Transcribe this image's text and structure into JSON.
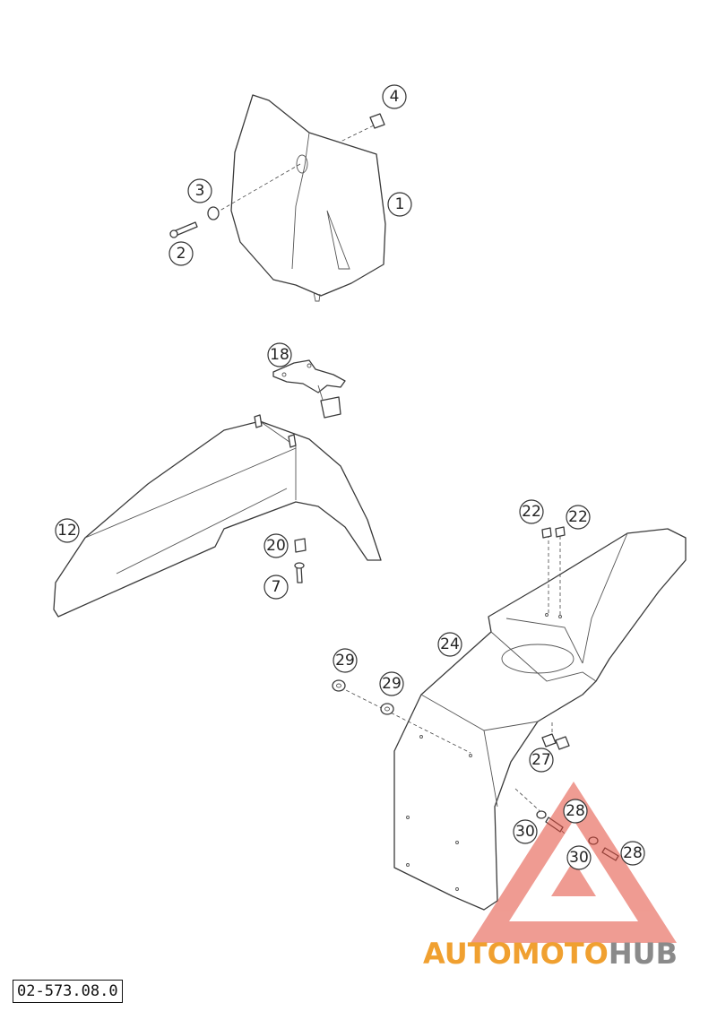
{
  "callouts": [
    {
      "id": "c4",
      "label": "4"
    },
    {
      "id": "c3",
      "label": "3"
    },
    {
      "id": "c1",
      "label": "1"
    },
    {
      "id": "c2",
      "label": "2"
    },
    {
      "id": "c18",
      "label": "18"
    },
    {
      "id": "c12",
      "label": "12"
    },
    {
      "id": "c20",
      "label": "20"
    },
    {
      "id": "c7",
      "label": "7"
    },
    {
      "id": "c22a",
      "label": "22"
    },
    {
      "id": "c22b",
      "label": "22"
    },
    {
      "id": "c24",
      "label": "24"
    },
    {
      "id": "c29a",
      "label": "29"
    },
    {
      "id": "c29b",
      "label": "29"
    },
    {
      "id": "c27",
      "label": "27"
    },
    {
      "id": "c28a",
      "label": "28"
    },
    {
      "id": "c30a",
      "label": "30"
    },
    {
      "id": "c30b",
      "label": "30"
    },
    {
      "id": "c28b",
      "label": "28"
    }
  ],
  "watermark": {
    "part1": "AUTOMOTO",
    "part2": "HUB",
    "color1": "#f0a030",
    "color2": "#e05a4a",
    "color3": "#8a8a8a"
  },
  "reference_code": "02-573.08.0"
}
